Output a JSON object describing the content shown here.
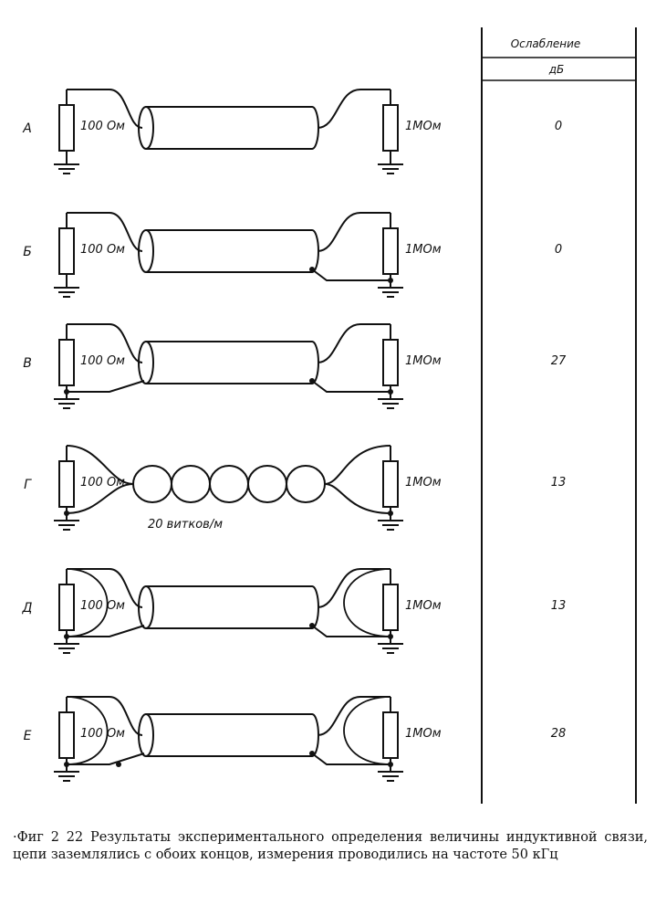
{
  "table": {
    "header": "Ослабление",
    "unit": "дБ"
  },
  "rows": [
    {
      "label": "А",
      "left_resistor": "100 Ом",
      "right_resistor": "1МОм",
      "attenuation": "0"
    },
    {
      "label": "Б",
      "left_resistor": "100 Ом",
      "right_resistor": "1МОм",
      "attenuation": "0"
    },
    {
      "label": "В",
      "left_resistor": "100 Ом",
      "right_resistor": "1МОм",
      "attenuation": "27"
    },
    {
      "label": "Г",
      "left_resistor": "100 Ом",
      "right_resistor": "1МОм",
      "attenuation": "13"
    },
    {
      "label": "Д",
      "left_resistor": "100 Ом",
      "right_resistor": "1МОм",
      "attenuation": "13"
    },
    {
      "label": "Е",
      "left_resistor": "100 Ом",
      "right_resistor": "1МОм",
      "attenuation": "28"
    }
  ],
  "twist_note": "20 витков/м",
  "caption": "·Фиг 2 22 Результаты экспериментального определения величины индуктивной связи, цепи заземлялись с обоих концов, измерения проводились на частоте 50 кГц"
}
